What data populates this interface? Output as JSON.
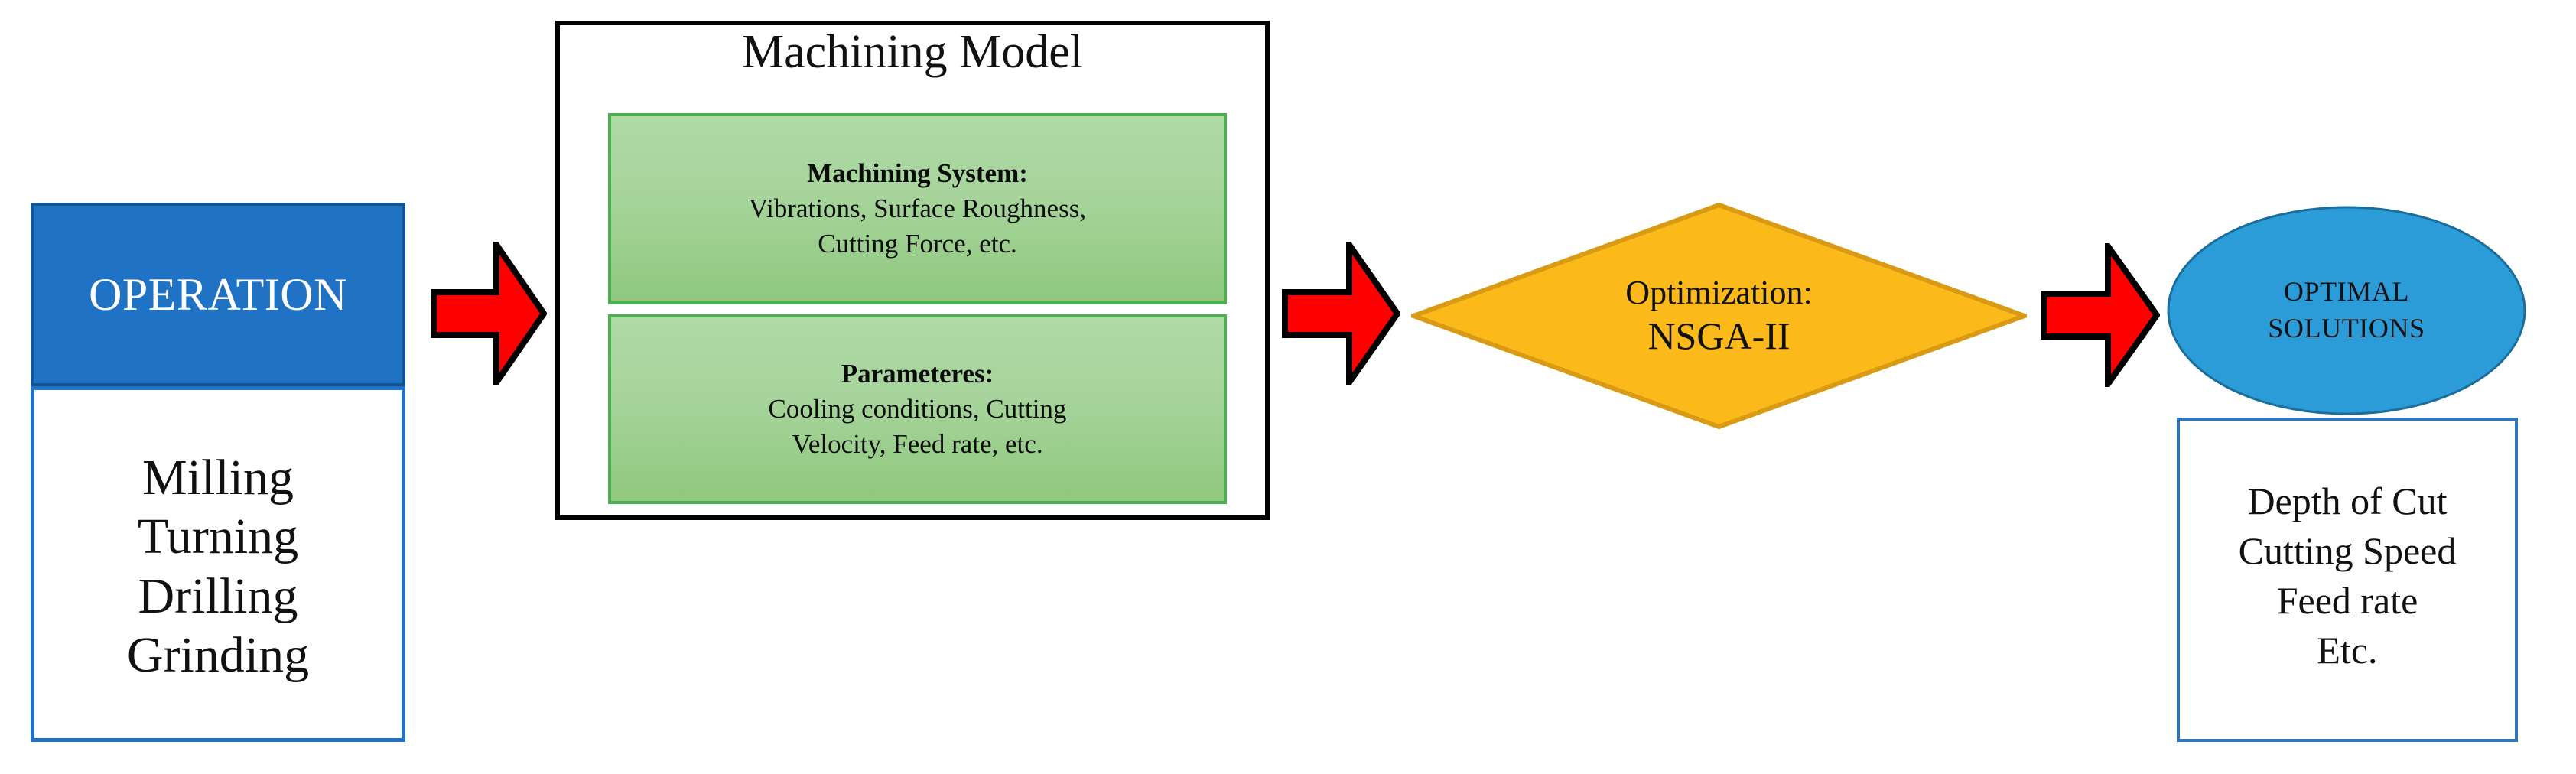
{
  "colors": {
    "operation_header_bg": "#1F72C4",
    "operation_header_border": "#15558F",
    "operation_list_border": "#1F72C4",
    "arrow_fill": "#FF0000",
    "arrow_stroke": "#000000",
    "model_box_border": "#000000",
    "subbox_fill_top": "#AEDAA4",
    "subbox_fill_bottom": "#8FC87D",
    "subbox_border": "#4CAF50",
    "diamond_fill": "#FBBA1A",
    "diamond_border": "#D99A14",
    "ellipse_fill": "#2B9CD8",
    "ellipse_border": "#1B6E9A",
    "result_box_border": "#2E77BB",
    "text_dark": "#111111",
    "text_light": "#FFFFFF"
  },
  "operation": {
    "header_label": "OPERATION",
    "items": [
      "Milling",
      "Turning",
      "Drilling",
      "Grinding"
    ]
  },
  "arrows": [
    {
      "name": "arrow-operation-to-model"
    },
    {
      "name": "arrow-model-to-optimization"
    },
    {
      "name": "arrow-optimization-to-solutions"
    }
  ],
  "machining_model": {
    "title": "Machining Model",
    "subboxes": [
      {
        "heading": "Machining System:",
        "lines": [
          "Vibrations, Surface Roughness,",
          "Cutting Force, etc."
        ]
      },
      {
        "heading": "Parameteres:",
        "lines": [
          "Cooling conditions, Cutting",
          "Velocity, Feed rate, etc."
        ]
      }
    ]
  },
  "optimization": {
    "line1": "Optimization:",
    "line2": "NSGA-II"
  },
  "optimal_solutions": {
    "ellipse_lines": [
      "OPTIMAL",
      "SOLUTIONS"
    ],
    "result_lines": [
      "Depth of Cut",
      "Cutting Speed",
      "Feed rate",
      "Etc."
    ]
  }
}
